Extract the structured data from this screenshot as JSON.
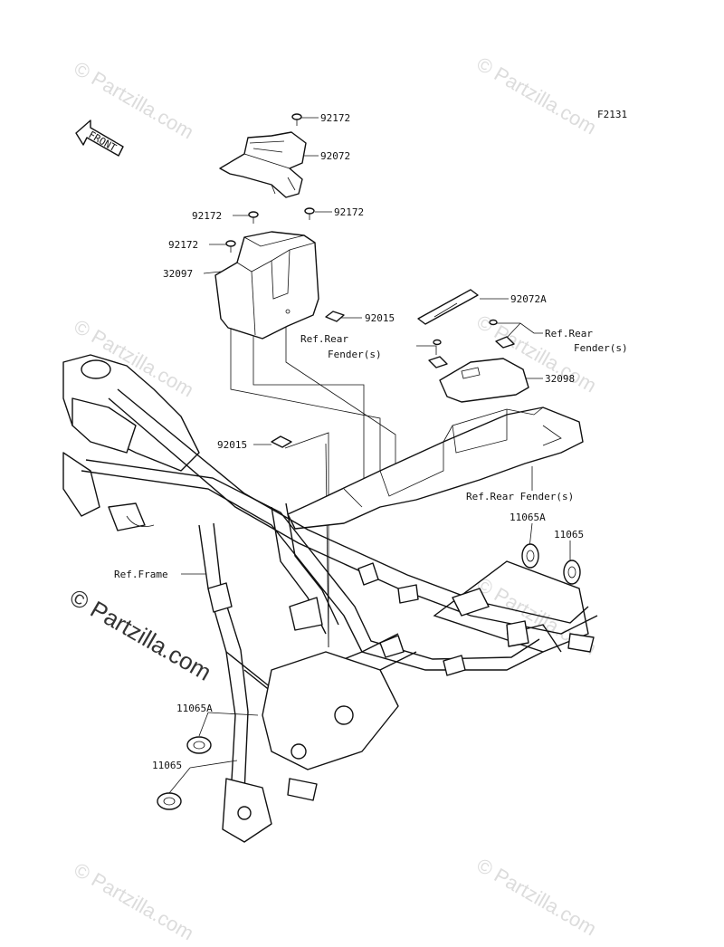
{
  "diagram": {
    "code": "F2131",
    "front_label": "FRONT",
    "watermark": "© Partzilla.com",
    "labels": {
      "p92172_top": "92172",
      "p92072": "92072",
      "p92172_left": "92172",
      "p92172_right": "92172",
      "p92172_lower": "92172",
      "p32097": "32097",
      "p92015_right": "92015",
      "p92072A": "92072A",
      "ref_rear_fender_1a": "Ref.Rear",
      "ref_rear_fender_1b": "Fender(s)",
      "ref_rear_fender_2a": "Ref.Rear",
      "ref_rear_fender_2b": "Fender(s)",
      "p32098": "32098",
      "p92015_left": "92015",
      "ref_rear_fender_3": "Ref.Rear Fender(s)",
      "p11065A_right": "11065A",
      "p11065_right": "11065",
      "ref_frame": "Ref.Frame",
      "p11065A_left": "11065A",
      "p11065_left": "11065"
    }
  }
}
